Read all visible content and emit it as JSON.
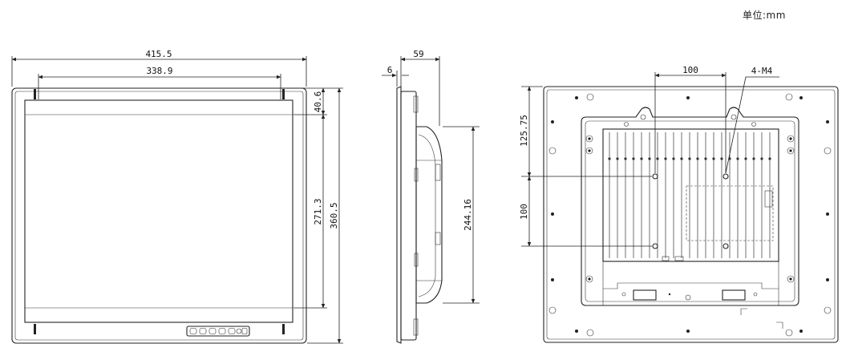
{
  "unit_label": "单位:mm",
  "front_view": {
    "overall_width": "415.5",
    "active_width": "338.9",
    "top_offset": "40.6",
    "active_height": "271.3",
    "overall_height": "360.5"
  },
  "side_view": {
    "overall_depth": "59",
    "bezel_depth": "6",
    "body_height": "244.16"
  },
  "rear_view": {
    "vesa_horizontal": "100",
    "mount_screws": "4-M4",
    "vesa_top_offset": "125.75",
    "vesa_vertical": "100"
  }
}
